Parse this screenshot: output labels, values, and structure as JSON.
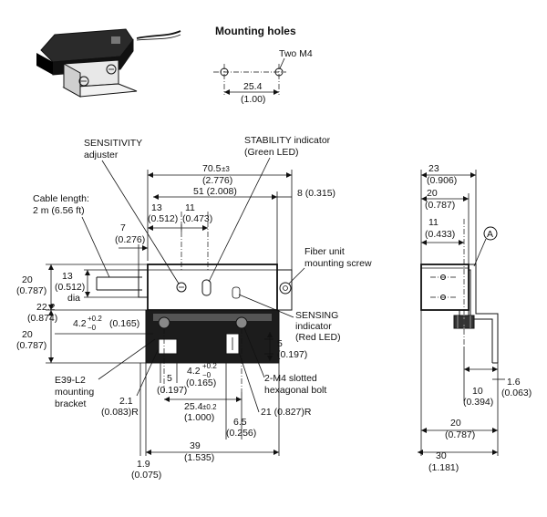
{
  "mounting_holes": {
    "title": "Mounting holes",
    "two_m4": "Two M4",
    "pitch": "25.4",
    "pitch_in": "(1.00)"
  },
  "labels": {
    "sensitivity_1": "SENSITIVITY",
    "sensitivity_2": "adjuster",
    "stability_1": "STABILITY indicator",
    "stability_2": "(Green LED)",
    "cable_1": "Cable length:",
    "cable_2": "2 m (6.56 ft)",
    "fiber_1": "Fiber unit",
    "fiber_2": "mounting screw",
    "sensing_1": "SENSING",
    "sensing_2": "indicator",
    "sensing_3": "(Red LED)",
    "bracket_1": "E39-L2",
    "bracket_2": "mounting",
    "bracket_3": "bracket",
    "bolt_1": "2-M4 slotted",
    "bolt_2": "hexagonal bolt",
    "circle_a": "A"
  },
  "dims": {
    "d70_5": "70.5",
    "d70_5_tol": "±3",
    "d70_5_in": "(2.776)",
    "d51": "51 (2.008)",
    "d8": "8 (0.315)",
    "d13a": "13",
    "d13a_in": "(0.512)",
    "d11a": "11",
    "d11a_in": "(0.473)",
    "d7": "7",
    "d7_in": "(0.276)",
    "d13b": "13",
    "d13b_in": "(0.512)",
    "dia": "dia",
    "d20a": "20",
    "d20a_in": "(0.787)",
    "d22_2": "22.2",
    "d22_2_in": "(0.874)",
    "d4_2a": "4.2",
    "d4_2a_tol_up": "+0.2",
    "d4_2a_tol_dn": "−0",
    "d4_2a_in": "(0.165)",
    "d20b": "20",
    "d20b_in": "(0.787)",
    "d5a": "5",
    "d5a_in": "(0.197)",
    "d5b": "5",
    "d5b_in": "(0.197)",
    "d4_2b": "4.2",
    "d4_2b_tol_up": "+0.2",
    "d4_2b_tol_dn": "−0",
    "d4_2b_in": "(0.165)",
    "d2_1": "2.1",
    "d2_1_in": "(0.083)R",
    "d25_4": "25.4",
    "d25_4_tol": "±0.2",
    "d25_4_in": "(1.000)",
    "d21": "21 (0.827)R",
    "d6_5": "6.5",
    "d6_5_in": "(0.256)",
    "d1_9": "1.9",
    "d1_9_in": "(0.075)",
    "d39": "39",
    "d39_in": "(1.535)",
    "s23": "23",
    "s23_in": "(0.906)",
    "s20a": "20",
    "s20a_in": "(0.787)",
    "s11": "11",
    "s11_in": "(0.433)",
    "s10": "10",
    "s10_in": "(0.394)",
    "s1_6": "1.6",
    "s1_6_in": "(0.063)",
    "s20b": "20",
    "s20b_in": "(0.787)",
    "s30": "30",
    "s30_in": "(1.181)"
  }
}
